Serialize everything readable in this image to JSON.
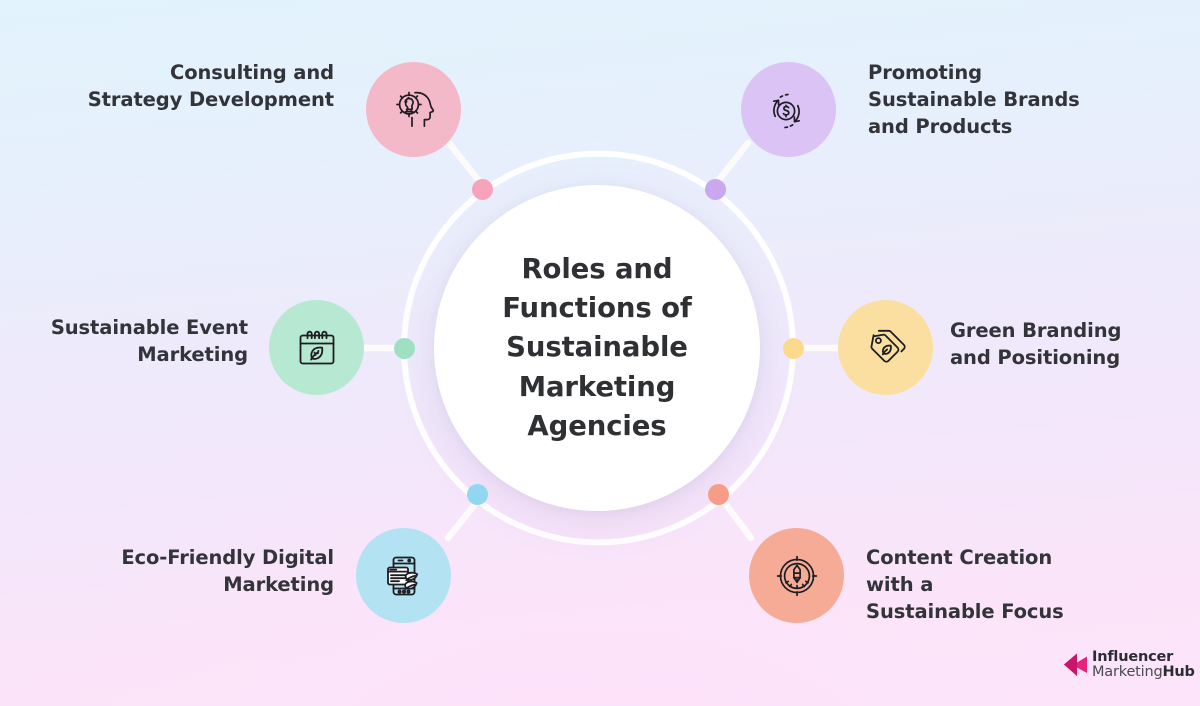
{
  "center": {
    "title": "Roles and Functions of Sustainable Marketing Agencies",
    "bg_color": "#ffffff",
    "text_color": "#2f3033"
  },
  "background": {
    "top_color": "#e2f3fd",
    "bottom_color": "#fde4fa"
  },
  "nodes": [
    {
      "id": "consulting-strategy-development",
      "label": "Consulting and Strategy Development",
      "icon": "head-gear-strategy-icon",
      "color": "#f4b9c9",
      "dot_color": "#f7a3b9",
      "side": "left",
      "position": "top-left"
    },
    {
      "id": "promoting-sustainable-brands",
      "label": "Promoting Sustainable Brands and Products",
      "icon": "circular-arrows-dollar-icon",
      "color": "#dcc3f6",
      "dot_color": "#c9a8ef",
      "side": "right",
      "position": "top-right"
    },
    {
      "id": "sustainable-event-marketing",
      "label": "Sustainable Event Marketing",
      "icon": "calendar-leaf-icon",
      "color": "#b7e8d2",
      "dot_color": "#9fe0c3",
      "side": "left",
      "position": "middle-left"
    },
    {
      "id": "green-branding-positioning",
      "label": "Green Branding and Positioning",
      "icon": "price-tag-leaf-icon",
      "color": "#fadfa0",
      "dot_color": "#fbd98d",
      "side": "right",
      "position": "middle-right"
    },
    {
      "id": "eco-friendly-digital-marketing",
      "label": "Eco-Friendly Digital Marketing",
      "icon": "smartphone-leaf-icon",
      "color": "#b3e2f2",
      "dot_color": "#8fd8ef",
      "side": "left",
      "position": "bottom-left"
    },
    {
      "id": "content-creation-sustainable-focus",
      "label": "Content Creation with a Sustainable Focus",
      "icon": "target-pencil-icon",
      "color": "#f6ab96",
      "dot_color": "#f79c86",
      "side": "right",
      "position": "bottom-right"
    }
  ],
  "logo": {
    "line1": "Influencer",
    "line2_regular": "Marketing",
    "line2_bold": "Hub",
    "mark": "arrow-left-mark",
    "mark_color": "#e8237a"
  }
}
